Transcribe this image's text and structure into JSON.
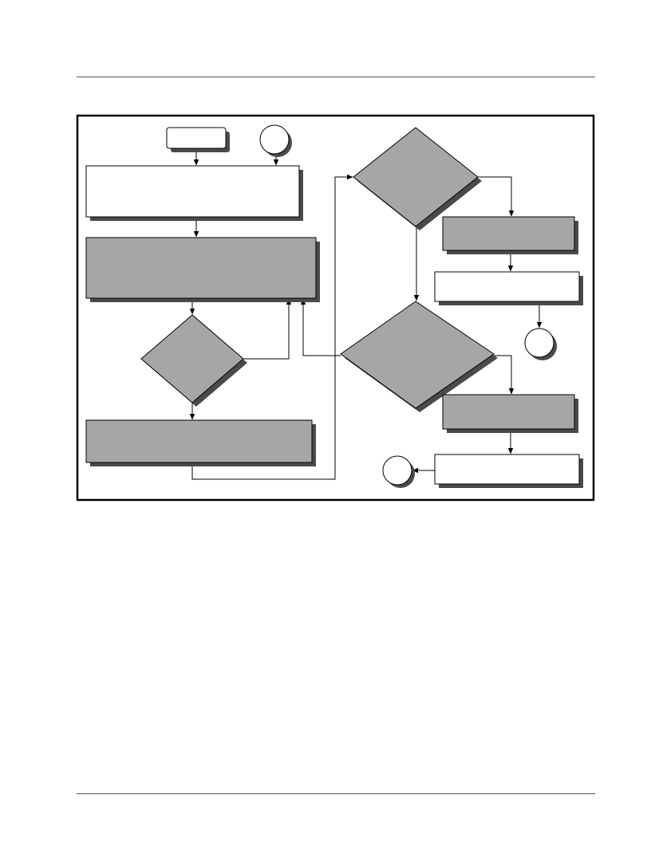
{
  "colors": {
    "page_background": "#ffffff",
    "rule": "#555555",
    "frame": "#000000",
    "shape_white": "#ffffff",
    "shape_gray": "#a6a6a6",
    "shadow": "#4a4a4a",
    "connector": "#000000"
  },
  "diagram": {
    "type": "flowchart",
    "nodes": [
      {
        "id": "start-terminal",
        "shape": "rounded-rect",
        "fill": "white",
        "label": ""
      },
      {
        "id": "top-connector",
        "shape": "circle",
        "fill": "white",
        "label": ""
      },
      {
        "id": "step-1",
        "shape": "rect",
        "fill": "white",
        "label": ""
      },
      {
        "id": "step-2",
        "shape": "rect",
        "fill": "gray",
        "label": ""
      },
      {
        "id": "decision-1",
        "shape": "diamond",
        "fill": "gray",
        "label": ""
      },
      {
        "id": "step-3",
        "shape": "rect",
        "fill": "gray",
        "label": ""
      },
      {
        "id": "decision-2",
        "shape": "diamond",
        "fill": "gray",
        "label": ""
      },
      {
        "id": "step-4",
        "shape": "rect",
        "fill": "gray",
        "label": ""
      },
      {
        "id": "step-5",
        "shape": "rect",
        "fill": "white",
        "label": ""
      },
      {
        "id": "connector-a",
        "shape": "circle",
        "fill": "white",
        "label": ""
      },
      {
        "id": "decision-3",
        "shape": "diamond",
        "fill": "gray",
        "label": ""
      },
      {
        "id": "step-6",
        "shape": "rect",
        "fill": "gray",
        "label": ""
      },
      {
        "id": "step-7",
        "shape": "rect",
        "fill": "white",
        "label": ""
      },
      {
        "id": "connector-b",
        "shape": "circle",
        "fill": "white",
        "label": ""
      }
    ],
    "edges": [
      {
        "from": "start-terminal",
        "to": "step-1"
      },
      {
        "from": "top-connector",
        "to": "step-1"
      },
      {
        "from": "step-1",
        "to": "step-2"
      },
      {
        "from": "step-2",
        "to": "decision-1"
      },
      {
        "from": "decision-1",
        "to": "step-2"
      },
      {
        "from": "decision-1",
        "to": "step-3"
      },
      {
        "from": "step-3",
        "to": "decision-2"
      },
      {
        "from": "decision-2",
        "to": "step-4"
      },
      {
        "from": "decision-2",
        "to": "decision-3"
      },
      {
        "from": "step-4",
        "to": "step-5"
      },
      {
        "from": "step-5",
        "to": "connector-a"
      },
      {
        "from": "decision-3",
        "to": "step-2"
      },
      {
        "from": "decision-3",
        "to": "step-6"
      },
      {
        "from": "step-6",
        "to": "step-7"
      },
      {
        "from": "step-7",
        "to": "connector-b"
      }
    ]
  }
}
